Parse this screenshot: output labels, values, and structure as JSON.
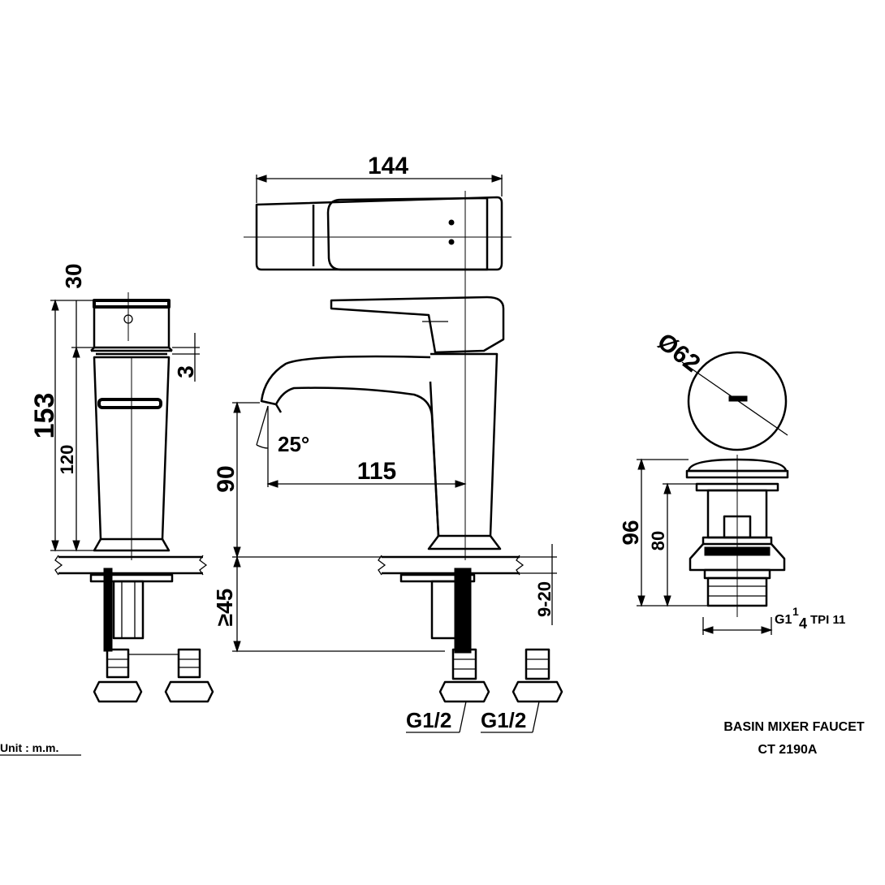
{
  "dimensions": {
    "top_width": "144",
    "side_top": "30",
    "side_total": "153",
    "side_body": "120",
    "side_step": "3",
    "spout_height": "90",
    "spout_angle": "25°",
    "spout_reach": "115",
    "under_min": "≥45",
    "deck_thickness": "9-20",
    "waste_diameter": "Ø62",
    "waste_total": "96",
    "waste_body": "80",
    "thread_g": "G1",
    "thread_num": "1",
    "thread_den": "4",
    "thread_tpi": "TPI 11",
    "hose_left": "G1/2",
    "hose_right": "G1/2"
  },
  "title_block": {
    "line1": "BASIN MIXER  FAUCET",
    "line2": "CT 2190A"
  },
  "unit_note": "Unit : m.m."
}
